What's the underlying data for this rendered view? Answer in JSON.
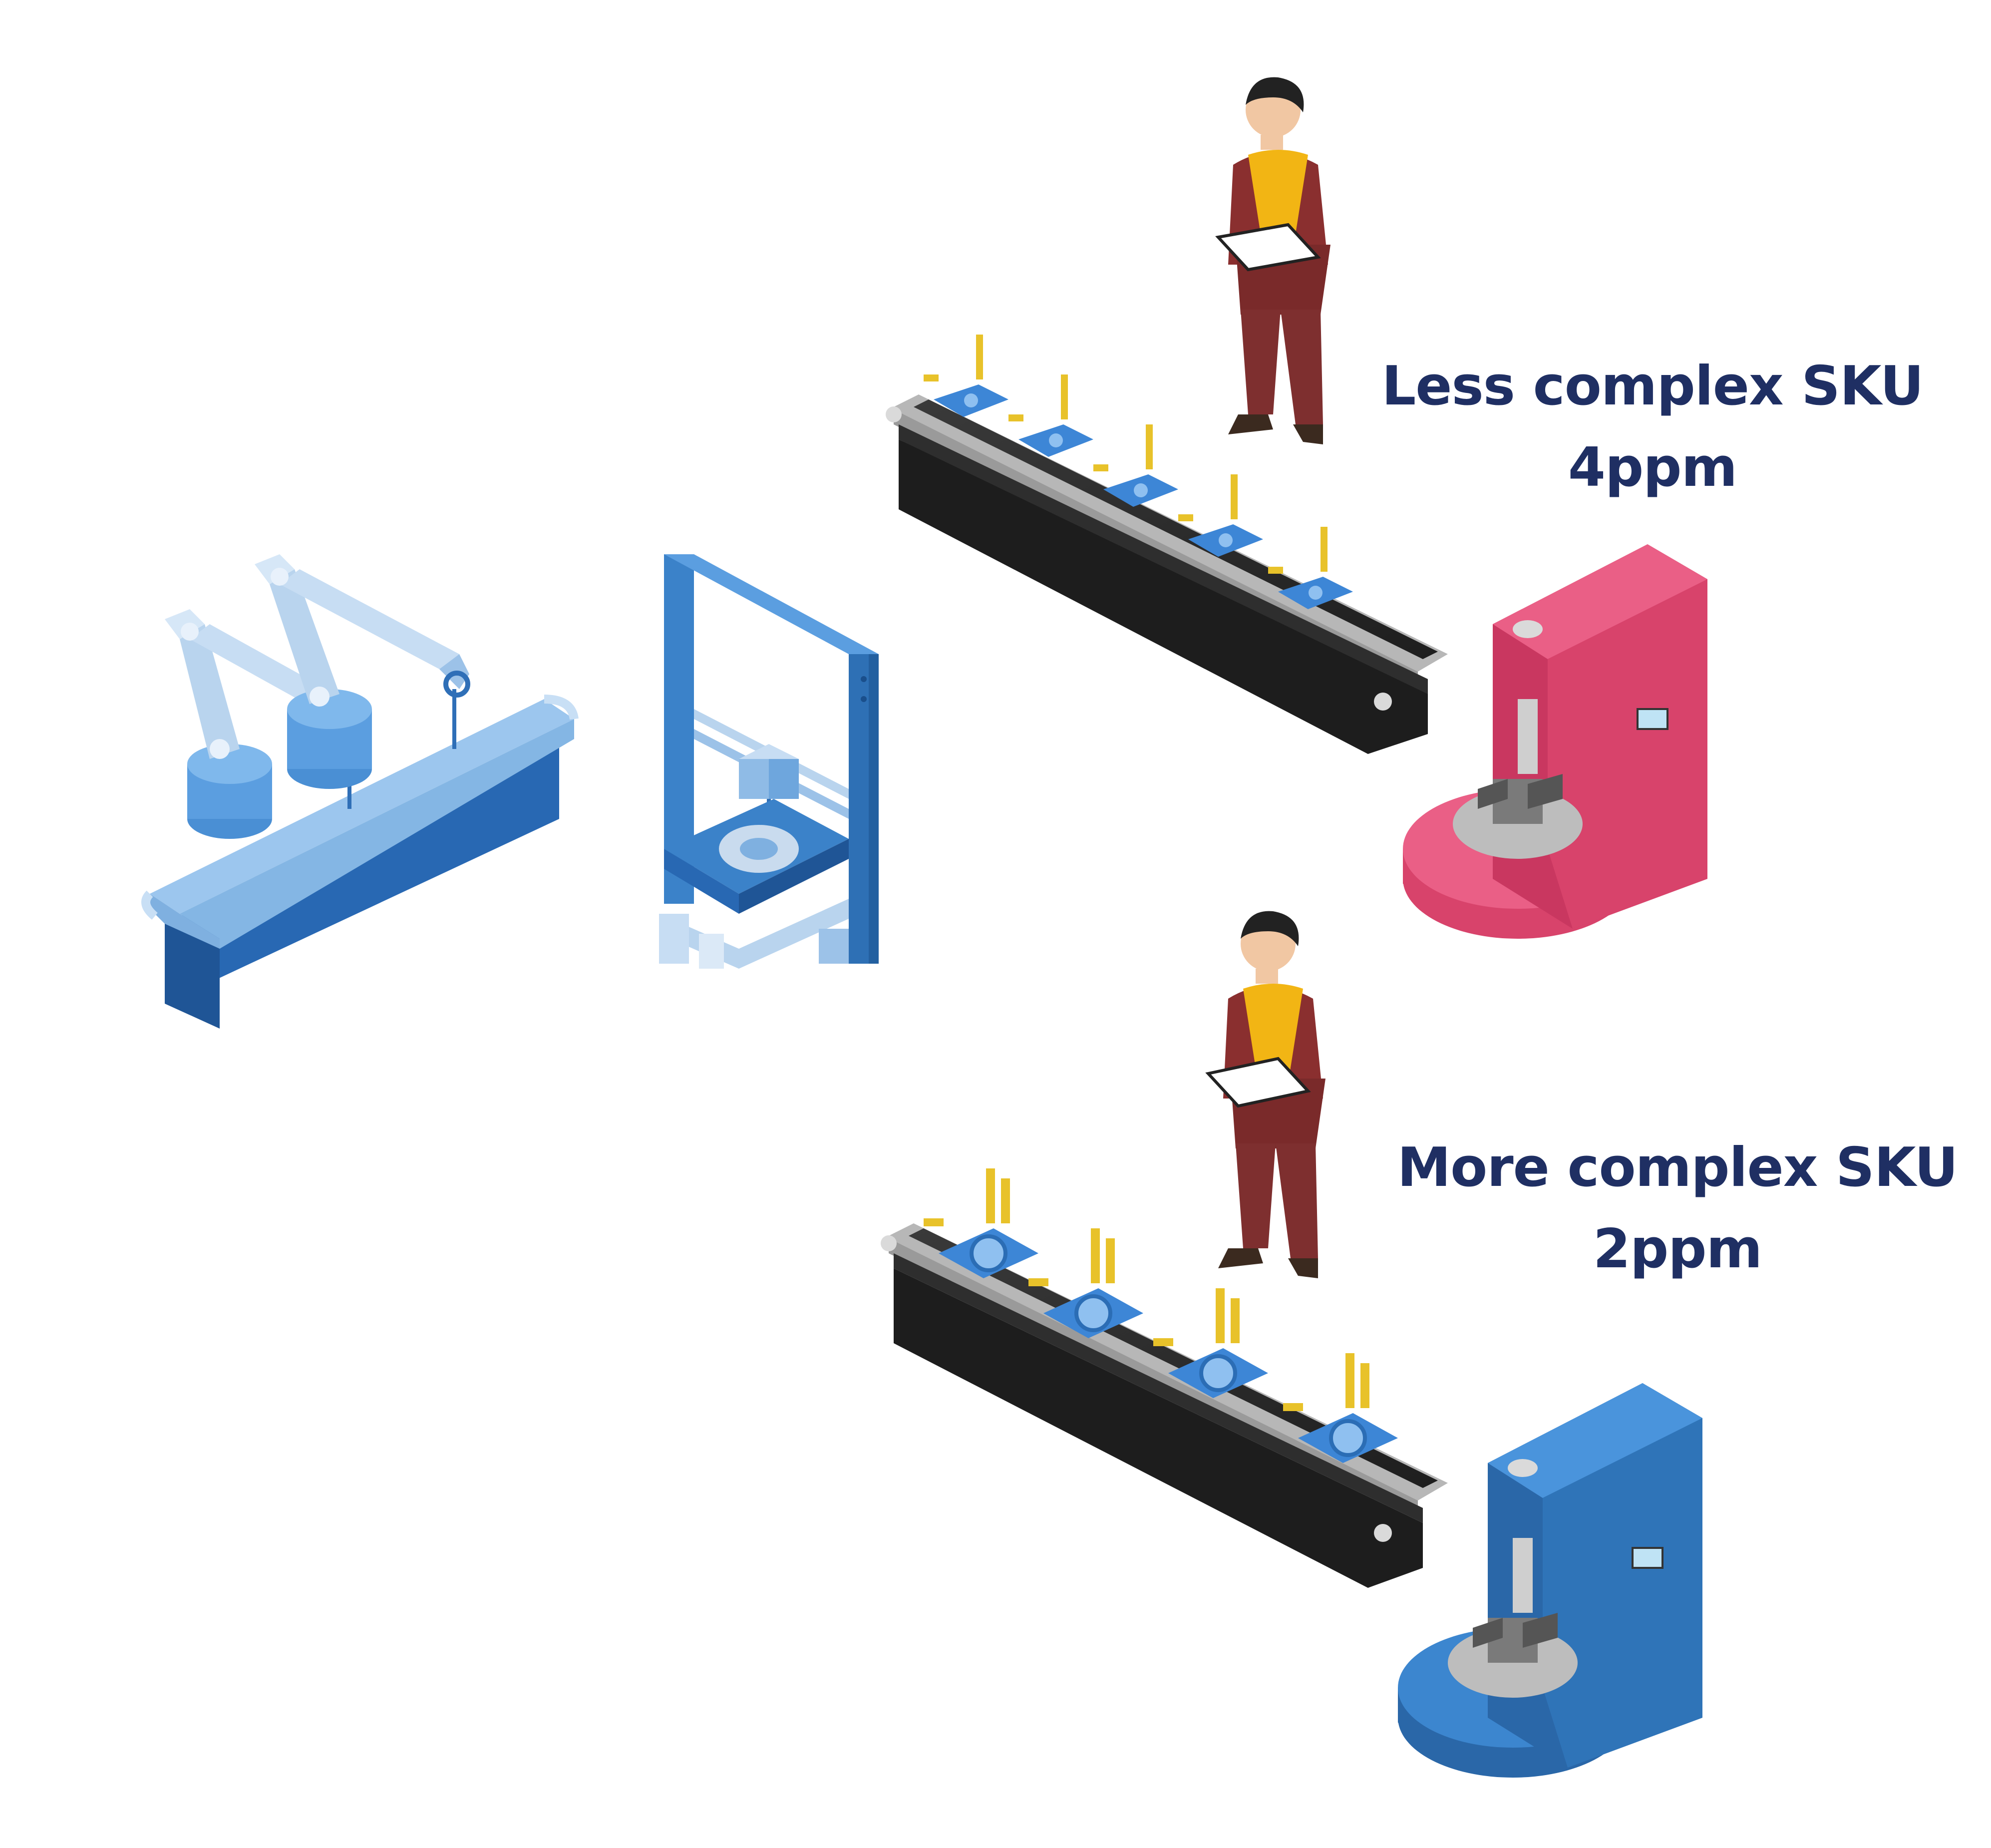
{
  "lines": [
    {
      "sku": "Less complex SKU",
      "rate": "4ppm",
      "press_color": "#d8436b",
      "parts_on_belt": 5
    },
    {
      "sku": "More complex SKU",
      "rate": "2ppm",
      "press_color": "#2f74b8",
      "parts_on_belt": 4
    }
  ],
  "colors": {
    "text": "#1f2f63",
    "robot_light": "#b9d4ee",
    "robot_mid": "#7fb0e0",
    "robot_dark": "#2f6fb7",
    "printer_frame": "#3b82c9",
    "belt": "#2b2b2b",
    "belt_rail": "#b7b7b7",
    "worker_body": "#7e2f2f",
    "worker_vest": "#f2b514",
    "part_blue": "#3d86d6",
    "part_yellow": "#e8c22a"
  },
  "icons": [
    "robot-arms-conveyor-icon",
    "3d-printer-icon",
    "worker-with-tablet-icon",
    "conveyor-belt-icon",
    "press-machine-icon"
  ]
}
